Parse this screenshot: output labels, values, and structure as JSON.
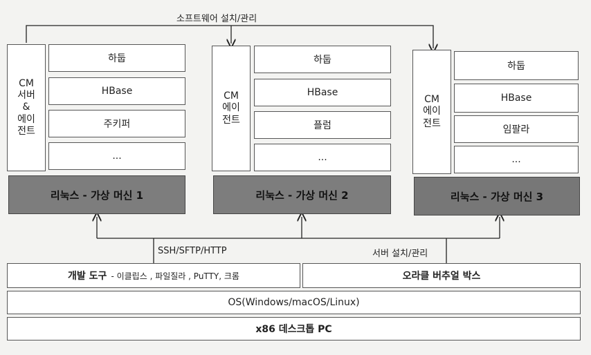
{
  "top_label": "소프트웨어 설치/관리",
  "vm1": {
    "cm": "CM\n서버\n&\n에이\n전트",
    "stack": [
      "하둡",
      "HBase",
      "주키퍼",
      "..."
    ],
    "label": "리눅스 - 가상 머신 1"
  },
  "vm2": {
    "cm": "CM\n에이\n전트",
    "stack": [
      "하둡",
      "HBase",
      "플럼",
      "..."
    ],
    "label": "리눅스 - 가상 머신 2"
  },
  "vm3": {
    "cm": "CM\n에이\n전트",
    "stack": [
      "하둡",
      "HBase",
      "임팔라",
      "..."
    ],
    "label": "리눅스 - 가상 머신 3"
  },
  "ssh_label": "SSH/SFTP/HTTP",
  "server_label": "서버 설치/관리",
  "dev_tools": {
    "title": "개발 도구",
    "detail": "- 이클립스 , 파일질라 , PuTTY, 크롬"
  },
  "virtualbox": "오라클 버추얼 박스",
  "os": "OS(Windows/macOS/Linux)",
  "pc": "x86 데스크톱 PC"
}
